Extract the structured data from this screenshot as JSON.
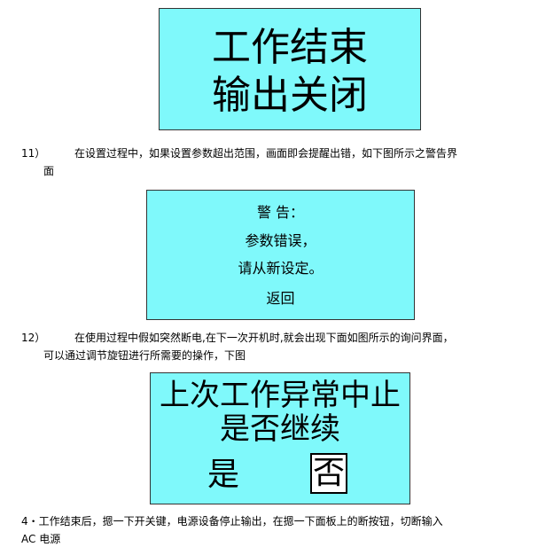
{
  "screen1": {
    "line1": "工作结束",
    "line2": "输出关闭"
  },
  "item11": {
    "number": "11）",
    "line1": "在设置过程中，如果设置参数超出范围，画面即会提醒出错，如下图所示之警告界",
    "line2": "面"
  },
  "screen2": {
    "line1": "警 告：",
    "line2": "参数错误，",
    "line3": "请从新设定。",
    "line4": "返回"
  },
  "item12": {
    "number": "12）",
    "line1": "在使用过程中假如突然断电,在下一次开机时,就会出现下面如图所示的询问界面，",
    "line2": "可以通过调节旋钮进行所需要的操作，下图"
  },
  "screen3": {
    "line1": "上次工作异常中止",
    "line2": "是否继续",
    "yes": "是",
    "no": "否"
  },
  "step4": {
    "line1": "4・工作结束后，摁一下开关键，电源设备停止输出，在摁一下面板上的断按钮，切断输入",
    "line2": "AC 电源"
  },
  "colors": {
    "screen_bg": "#7ff9fb",
    "selected_bg": "#ffffff"
  }
}
